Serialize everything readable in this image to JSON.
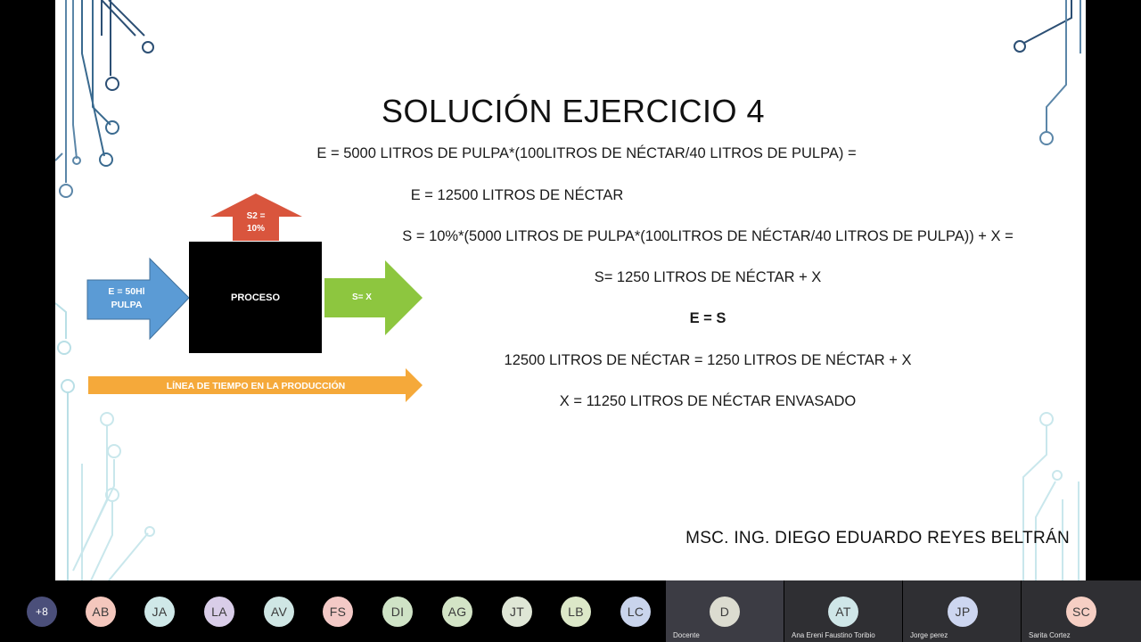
{
  "slide": {
    "title": "SOLUCIÓN EJERCICIO 4",
    "lines": [
      "E = 5000 LITROS DE PULPA*(100LITROS DE NÉCTAR/40 LITROS DE PULPA) =",
      "E = 12500 LITROS DE NÉCTAR",
      "S = 10%*(5000 LITROS DE PULPA*(100LITROS DE NÉCTAR/40 LITROS DE PULPA)) + X =",
      "S= 1250 LITROS DE NÉCTAR + X",
      "E = S",
      "12500 LITROS DE NÉCTAR = 1250 LITROS DE NÉCTAR + X",
      "X = 11250 LITROS DE NÉCTAR ENVASADO"
    ],
    "author": "MSC. ING. DIEGO EDUARDO REYES BELTRÁN",
    "diagram": {
      "input_line1": "E = 50Hl",
      "input_line2": "PULPA",
      "process": "PROCESO",
      "output": "S= X",
      "loss_line1": "S2 =",
      "loss_line2": "10%",
      "timeline": "LÍNEA DE TIEMPO EN LA PRODUCCIÓN"
    },
    "colors": {
      "input_arrow": "#5b9bd5",
      "output_arrow": "#8dc63f",
      "loss_arrow": "#d9553d",
      "timeline_arrow": "#f5a93a",
      "process_box": "#000000"
    }
  },
  "participants": {
    "more_count": "+8",
    "avatars": [
      {
        "initials": "AB",
        "color": "#f4c7bd"
      },
      {
        "initials": "JA",
        "color": "#cfe8e8"
      },
      {
        "initials": "LA",
        "color": "#d9cde8"
      },
      {
        "initials": "AV",
        "color": "#cfe6e4"
      },
      {
        "initials": "FS",
        "color": "#f3c9c6"
      },
      {
        "initials": "DI",
        "color": "#cfe3c6"
      },
      {
        "initials": "AG",
        "color": "#d3e4c6"
      },
      {
        "initials": "JT",
        "color": "#dfe6d6"
      },
      {
        "initials": "LB",
        "color": "#dce8c8"
      },
      {
        "initials": "LC",
        "color": "#c9d4ec"
      }
    ],
    "tiles": [
      {
        "initials": "D",
        "name": "Docente",
        "color": "#dcdcd0"
      },
      {
        "initials": "AT",
        "name": "Ana Ereni Faustino Toribio",
        "color": "#cfe6e8"
      },
      {
        "initials": "JP",
        "name": "Jorge perez",
        "color": "#cdd6f0"
      },
      {
        "initials": "SC",
        "name": "Sarita Cortez",
        "color": "#f6cfc4"
      }
    ]
  }
}
